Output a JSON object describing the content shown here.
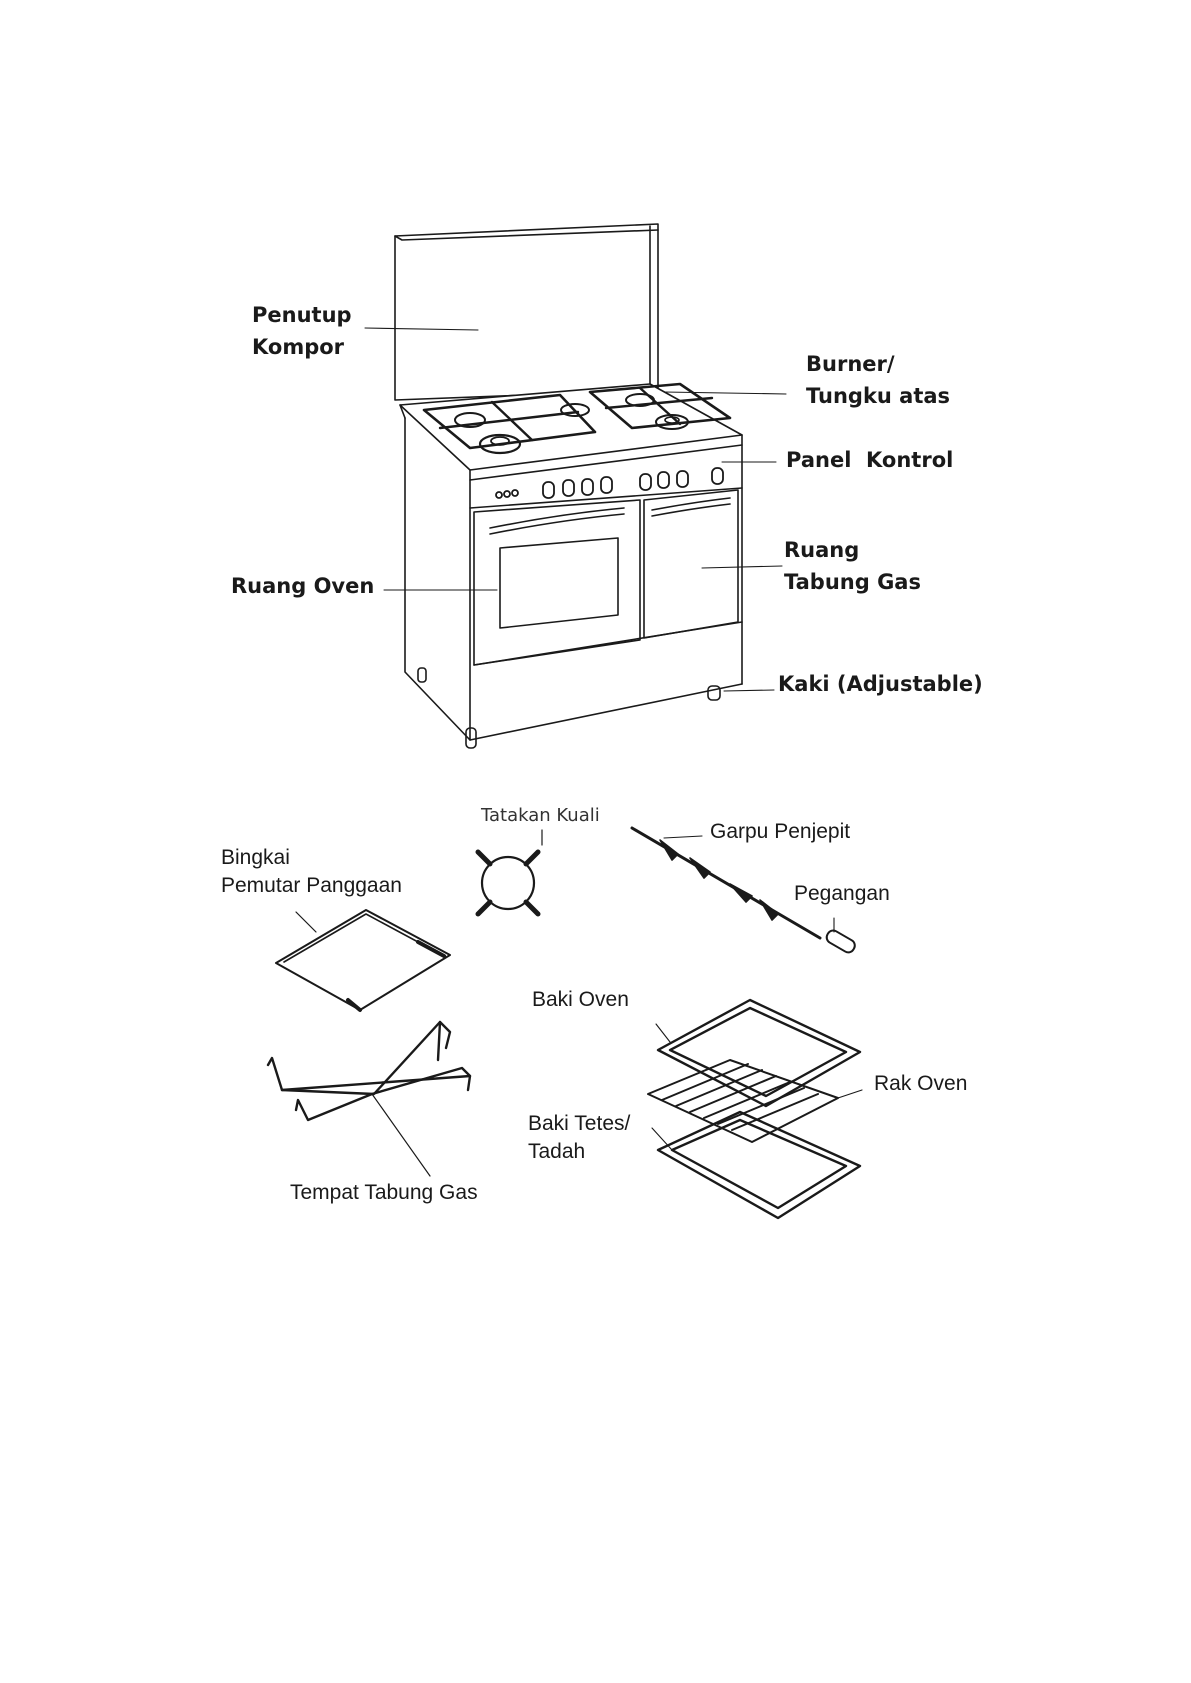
{
  "stove": {
    "labels": {
      "lid": [
        "Penutup",
        "Kompor"
      ],
      "burner": [
        "Burner/",
        "Tungku atas"
      ],
      "control_panel": "Panel  Kontrol",
      "oven_chamber": "Ruang Oven",
      "gas_cylinder_space": [
        "Ruang",
        "Tabung Gas"
      ],
      "feet": "Kaki (Adjustable)"
    }
  },
  "accessories": {
    "labels": {
      "pan_support": "Tatakan Kuali",
      "rotisserie_frame": [
        "Bingkai",
        "Pemutar Panggaan"
      ],
      "rotisserie_fork": "Garpu Penjepit",
      "handle": "Pegangan",
      "gas_cylinder_holder": "Tempat Tabung Gas",
      "oven_tray": "Baki Oven",
      "oven_rack": "Rak Oven",
      "drip_tray": [
        "Baki Tetes/",
        "Tadah"
      ]
    }
  },
  "colors": {
    "line": "#1a1a1a",
    "text": "#1a1a1a",
    "background": "#ffffff"
  }
}
